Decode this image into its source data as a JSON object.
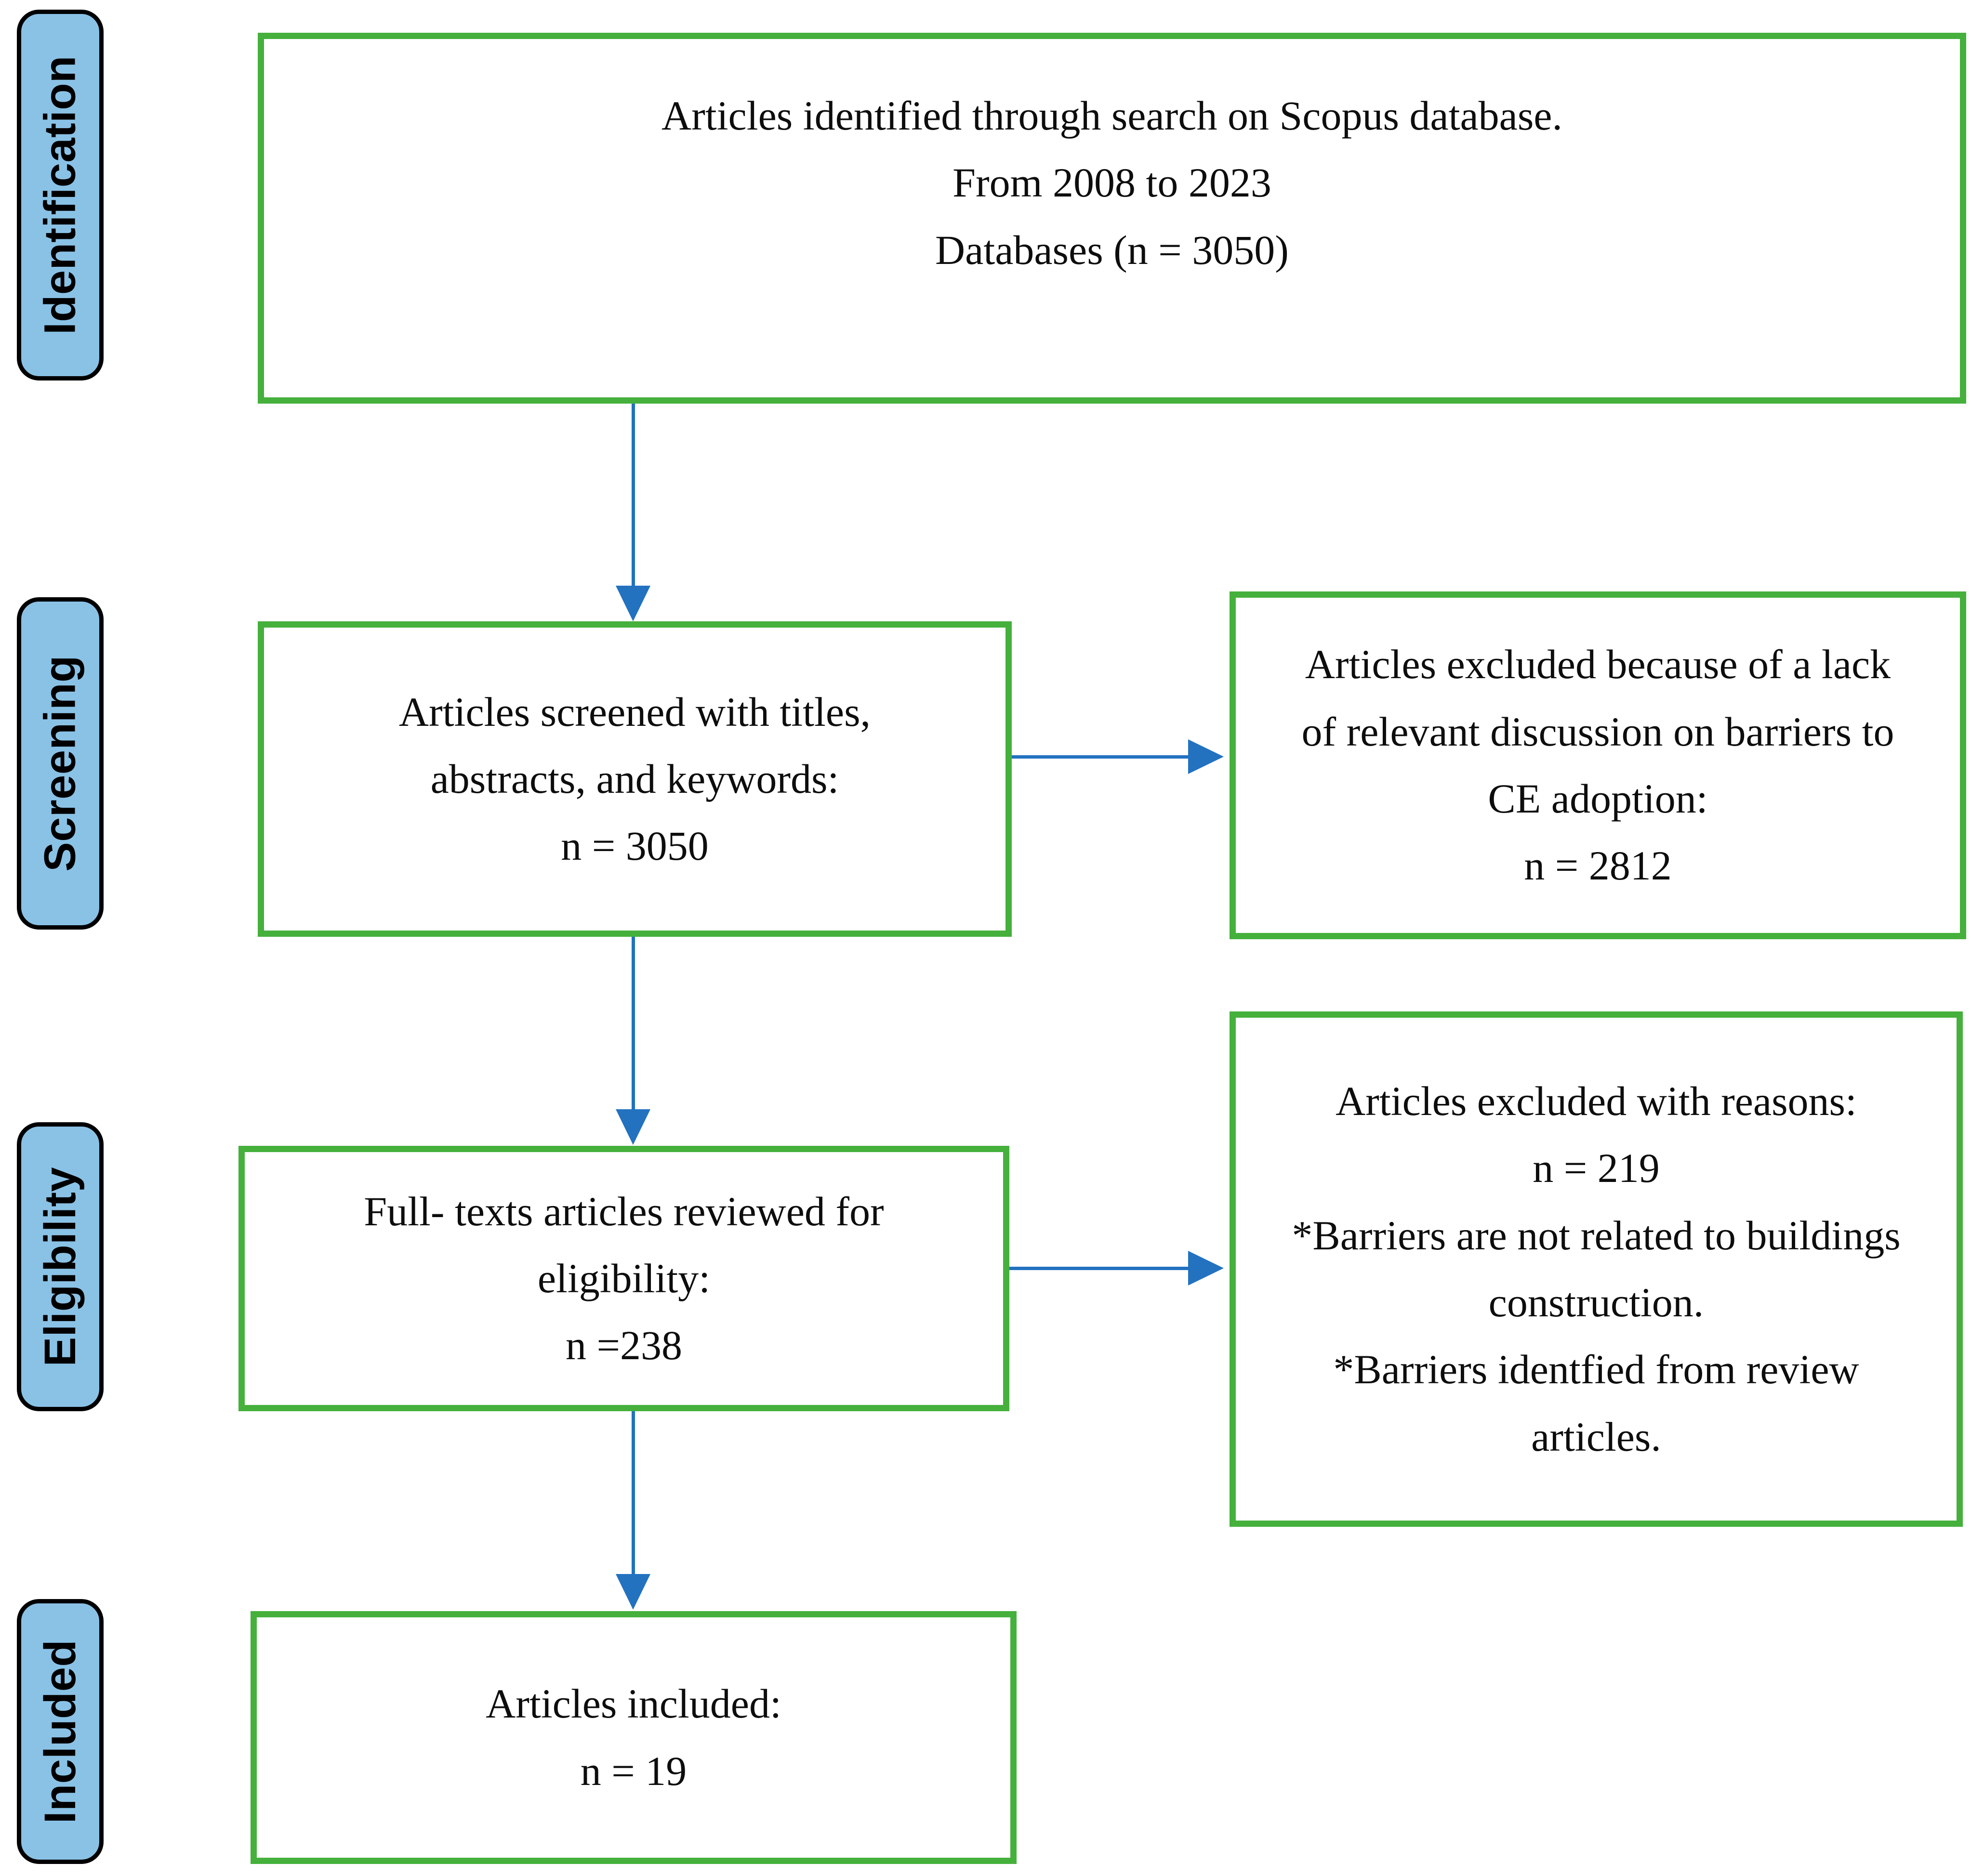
{
  "diagram": {
    "type": "prisma-flow-diagram",
    "colors": {
      "box_border_green": "#45B03C",
      "stage_tab_fill": "#8AC2E6",
      "stage_tab_border": "#000000",
      "connector_blue": "#2272C0",
      "text": "#0D0D0D",
      "background": "#FFFFFF"
    }
  },
  "stages": [
    {
      "id": "identification",
      "label": "Identification"
    },
    {
      "id": "screening",
      "label": "Screening"
    },
    {
      "id": "eligibility",
      "label": "Eligibility"
    },
    {
      "id": "included",
      "label": "Included"
    }
  ],
  "boxes": {
    "identification": {
      "lines": [
        "Articles identified through search on Scopus database.",
        "From 2008 to 2023",
        "Databases (n = 3050)"
      ]
    },
    "screened": {
      "lines": [
        "Articles screened with titles,",
        "abstracts, and keywords:",
        "n = 3050"
      ]
    },
    "excluded_screening": {
      "lines": [
        "Articles excluded because of a lack",
        "of relevant discussion on barriers to",
        "CE adoption:",
        "n = 2812"
      ]
    },
    "fulltext": {
      "lines": [
        "Full- texts articles reviewed for",
        "eligibility:",
        "n =238"
      ]
    },
    "excluded_reasons": {
      "lines": [
        "Articles excluded with reasons:",
        "n = 219",
        "*Barriers are not related to buildings",
        "construction.",
        "*Barriers identfied from review",
        "articles."
      ]
    },
    "included": {
      "lines": [
        "Articles included:",
        "n = 19"
      ]
    }
  }
}
